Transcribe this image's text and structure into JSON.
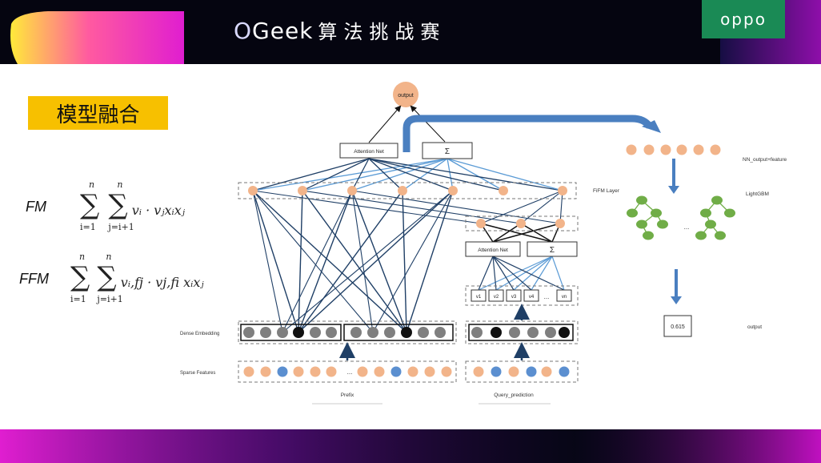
{
  "header": {
    "brand_o": "O",
    "brand_geek": "Geek",
    "brand_cn": "算法挑战赛",
    "logo": "oppo"
  },
  "section_title": "模型融合",
  "formulas": {
    "fm_label": "FM",
    "fm_sum1_top": "n",
    "fm_sum1_bottom": "i=1",
    "fm_sum2_top": "n",
    "fm_sum2_bottom": "j=i+1",
    "fm_term": "vᵢ · vⱼxᵢxⱼ",
    "ffm_label": "FFM",
    "ffm_sum1_top": "n",
    "ffm_sum1_bottom": "i=1",
    "ffm_sum2_top": "n",
    "ffm_sum2_bottom": "j=i+1",
    "ffm_term": "vᵢ,fj · vj,fi xᵢxⱼ"
  },
  "diagram": {
    "output_node": "output",
    "attention_top": "Attention Net",
    "sigma_top": "Σ",
    "attention_right": "Attention Net",
    "sigma_right": "Σ",
    "v_labels": [
      "v1",
      "v2",
      "v3",
      "v4",
      "...",
      "vn"
    ],
    "dense_label": "Dense Embedding",
    "sparse_label": "Sparse Features",
    "prefix_label": "Prefix",
    "query_label": "Query_prediction",
    "ellipsis": "..."
  },
  "right_panel": {
    "nn_label": "NN_output+feature",
    "fifm_label": "FiFM Layer",
    "lgbm_label": "LightGBM",
    "tree_ellipsis": "...",
    "result_value": "0.615",
    "output_label": "output"
  },
  "colors": {
    "orange_node": "#f2b48a",
    "blue_node": "#5b8fd0",
    "dark_line": "#1f3f66",
    "light_line": "#5b9bd5",
    "tree_green": "#70ad47",
    "accent_arrow": "#4a7fc0"
  }
}
